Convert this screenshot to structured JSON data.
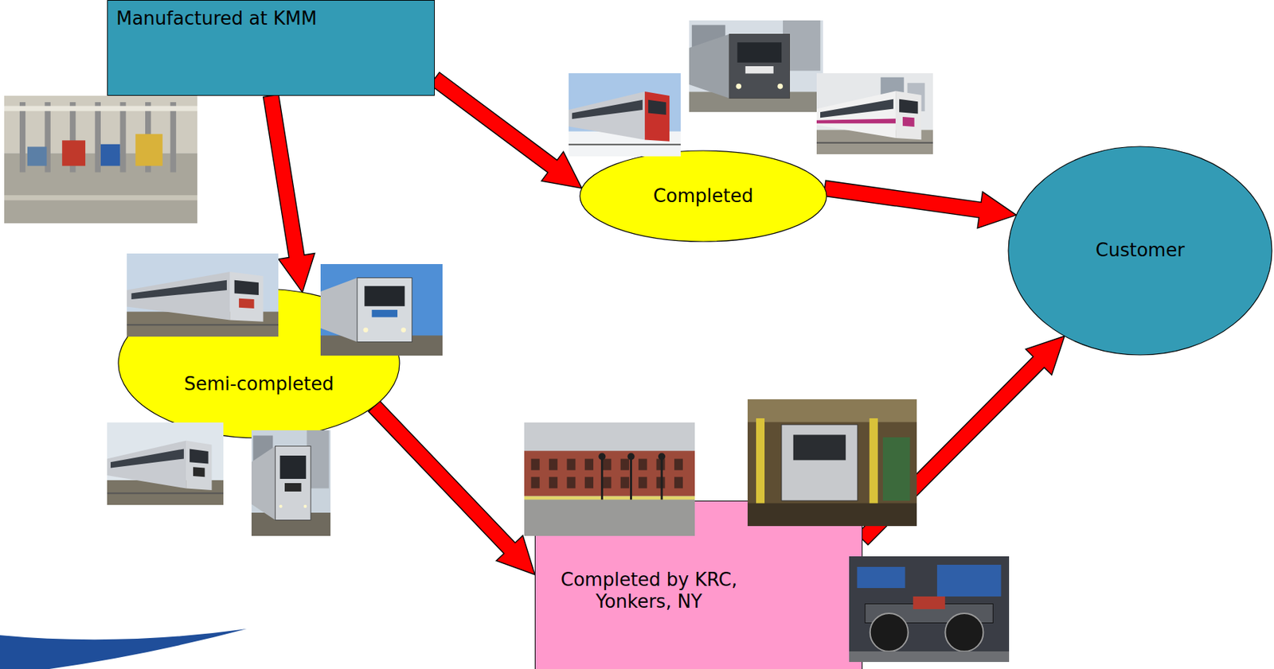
{
  "diagram": {
    "nodes": [
      {
        "text": [
          "Manufactured at KMM"
        ]
      },
      {
        "text": [
          "Completed"
        ]
      },
      {
        "text": [
          "Customer"
        ]
      },
      {
        "text": [
          "Semi-completed"
        ]
      },
      {
        "text": [
          "Completed by KRC, Yonkers, NY"
        ]
      }
    ],
    "edges": [
      {
        "from": 0,
        "to": 1,
        "arrow": "to"
      },
      {
        "from": 1,
        "to": 2,
        "arrow": "to"
      },
      {
        "from": 0,
        "to": 3,
        "arrow": "to"
      },
      {
        "from": 3,
        "to": 4,
        "arrow": "to"
      },
      {
        "from": 4,
        "to": 2,
        "arrow": "to"
      }
    ]
  }
}
